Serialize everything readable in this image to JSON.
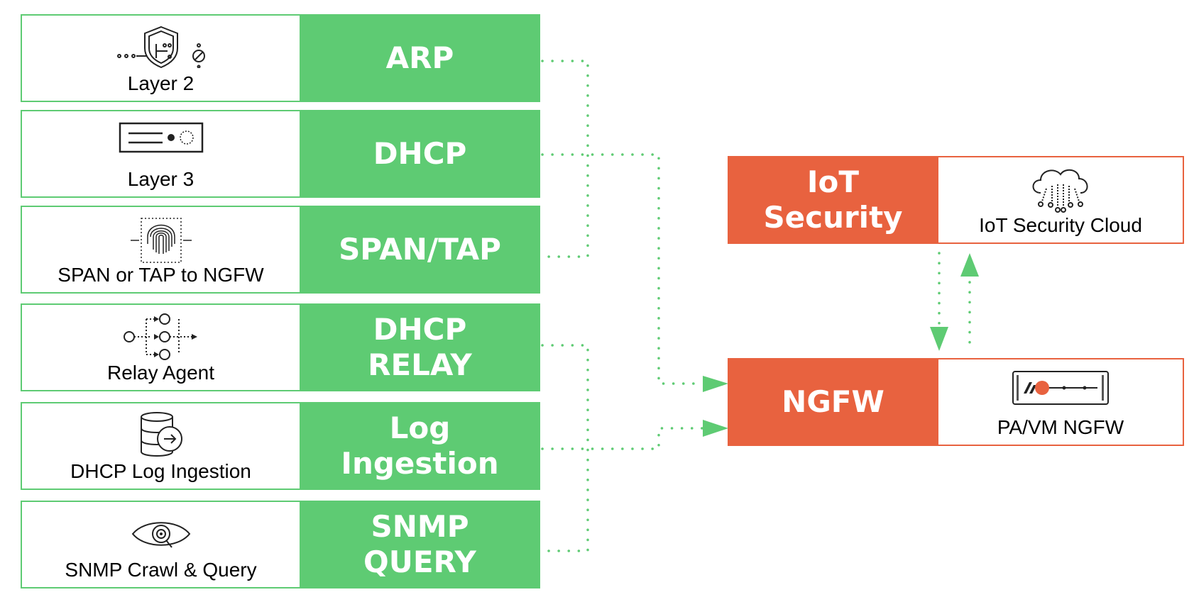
{
  "sources": [
    {
      "label": "Layer 2",
      "method": "ARP",
      "icon": "shield-network-icon"
    },
    {
      "label": "Layer 3",
      "method": "DHCP",
      "icon": "server-icon"
    },
    {
      "label": "SPAN or TAP to NGFW",
      "method": "SPAN/TAP",
      "icon": "fingerprint-icon"
    },
    {
      "label": "Relay Agent",
      "method_line1": "DHCP",
      "method_line2": "RELAY",
      "icon": "relay-flow-icon"
    },
    {
      "label": "DHCP Log Ingestion",
      "method_line1": "Log",
      "method_line2": "Ingestion",
      "icon": "database-icon"
    },
    {
      "label": "SNMP Crawl & Query",
      "method_line1": "SNMP",
      "method_line2": "QUERY",
      "icon": "eye-icon"
    }
  ],
  "iot_security": {
    "title_line1": "IoT",
    "title_line2": "Security",
    "label": "IoT Security Cloud",
    "icon": "cloud-icon"
  },
  "ngfw": {
    "title": "NGFW",
    "label": "PA/VM NGFW",
    "icon": "firewall-appliance-icon"
  },
  "colors": {
    "green": "#5ecb73",
    "orange": "#e8623f",
    "dotted": "#5ecb73"
  }
}
